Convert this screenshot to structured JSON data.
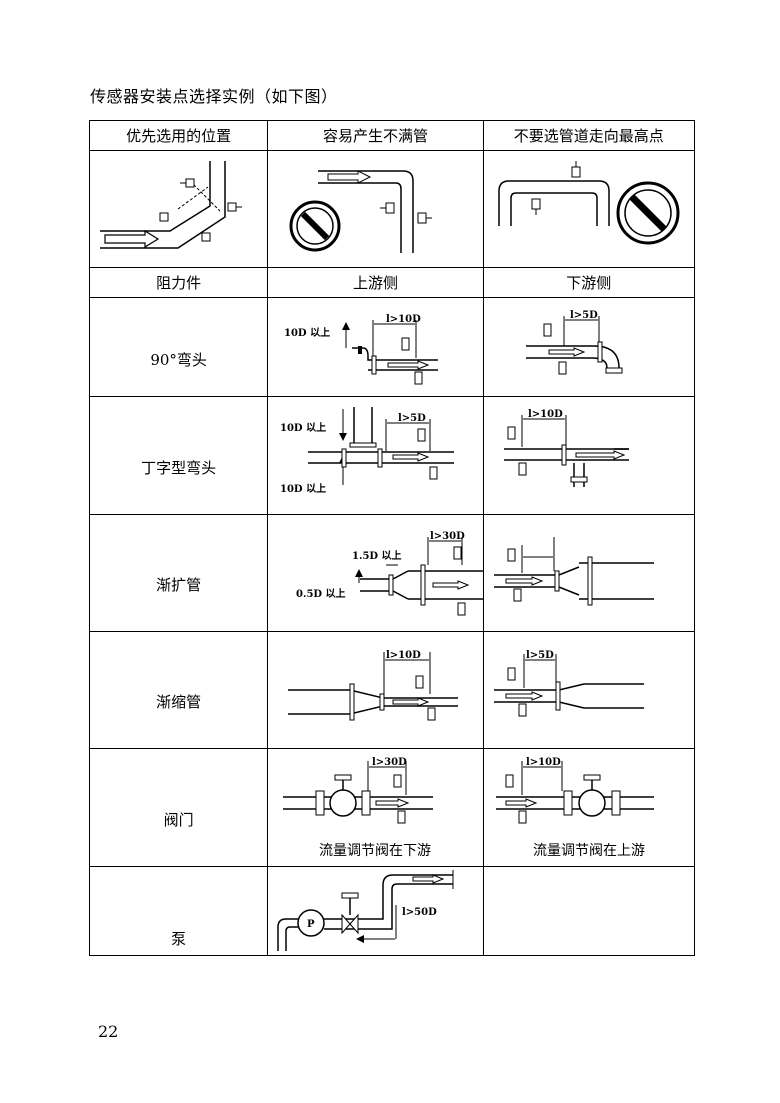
{
  "title": "传感器安装点选择实例（如下图）",
  "header_row_1": {
    "preferred": "优先选用的位置",
    "not_full": "容易产生不满管",
    "not_highest": "不要选管道走向最高点"
  },
  "header_row_2": {
    "component": "阻力件",
    "upstream": "上游侧",
    "downstream": "下游侧"
  },
  "rows": {
    "elbow90": {
      "label": "90°弯头",
      "up_min": "10D 以上",
      "up_len": "l>10D",
      "down_len": "l>5D"
    },
    "tee": {
      "label": "丁字型弯头",
      "up_min_top": "10D 以上",
      "up_min_bottom": "10D 以上",
      "up_len": "l>5D",
      "down_len": "l>10D"
    },
    "expander": {
      "label": "渐扩管",
      "a": "1.5D 以上",
      "b": "0.5D 以上",
      "up_len": "l>30D"
    },
    "reducer": {
      "label": "渐缩管",
      "up_len": "l>10D",
      "down_len": "l>5D"
    },
    "valve": {
      "label": "阀门",
      "up_len": "l>30D",
      "down_len": "l>10D",
      "caption_up": "流量调节阀在下游",
      "caption_down": "流量调节阀在上游"
    },
    "pump": {
      "label": "泵",
      "len": "l>50D",
      "pump_mark": "P"
    }
  },
  "page_number": "22"
}
